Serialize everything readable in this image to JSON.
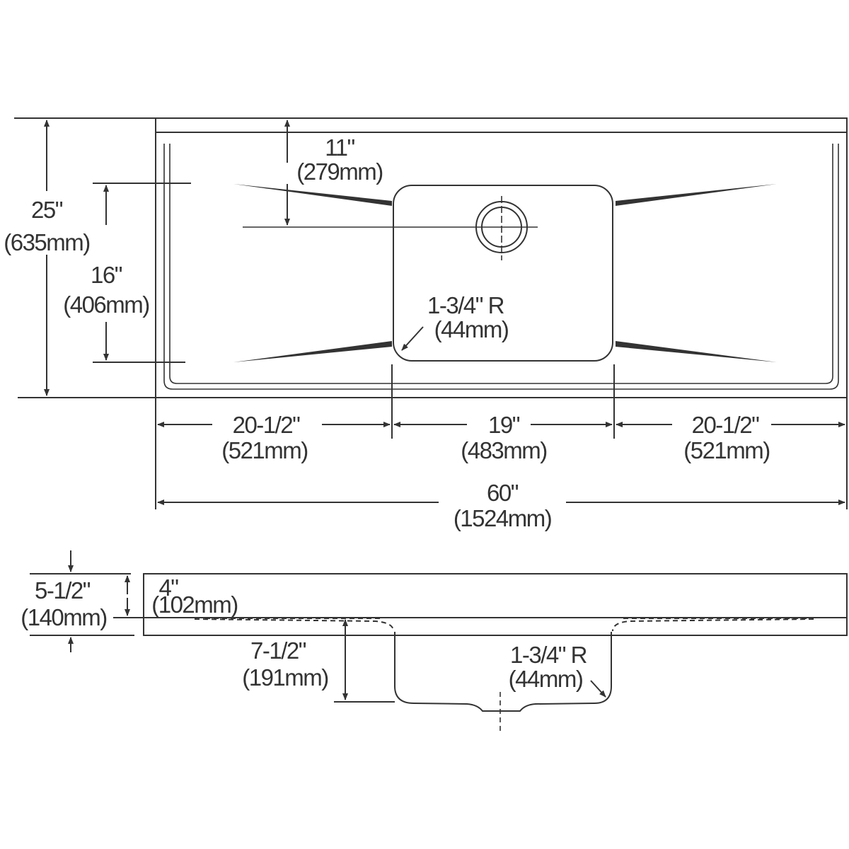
{
  "title": "Sink dimension drawing (plan and section views)",
  "colors": {
    "line": "#333333",
    "background": "#ffffff"
  },
  "plan_view": {
    "overall_depth": {
      "imperial": "25\"",
      "metric": "(635mm)"
    },
    "bowl_front_to_back": {
      "imperial": "16\"",
      "metric": "(406mm)"
    },
    "drain_from_back": {
      "imperial": "11\"",
      "metric": "(279mm)"
    },
    "bowl_corner_radius": {
      "imperial": "1-3/4\" R",
      "metric": "(44mm)"
    },
    "left_drainboard": {
      "imperial": "20-1/2\"",
      "metric": "(521mm)"
    },
    "bowl_width": {
      "imperial": "19\"",
      "metric": "(483mm)"
    },
    "right_drainboard": {
      "imperial": "20-1/2\"",
      "metric": "(521mm)"
    },
    "overall_width": {
      "imperial": "60\"",
      "metric": "(1524mm)"
    }
  },
  "section_view": {
    "overall_height": {
      "imperial": "5-1/2\"",
      "metric": "(140mm)"
    },
    "backsplash_height": {
      "imperial": "4\"",
      "metric": "(102mm)"
    },
    "bowl_depth": {
      "imperial": "7-1/2\"",
      "metric": "(191mm)"
    },
    "bowl_corner_radius": {
      "imperial": "1-3/4\" R",
      "metric": "(44mm)"
    }
  }
}
